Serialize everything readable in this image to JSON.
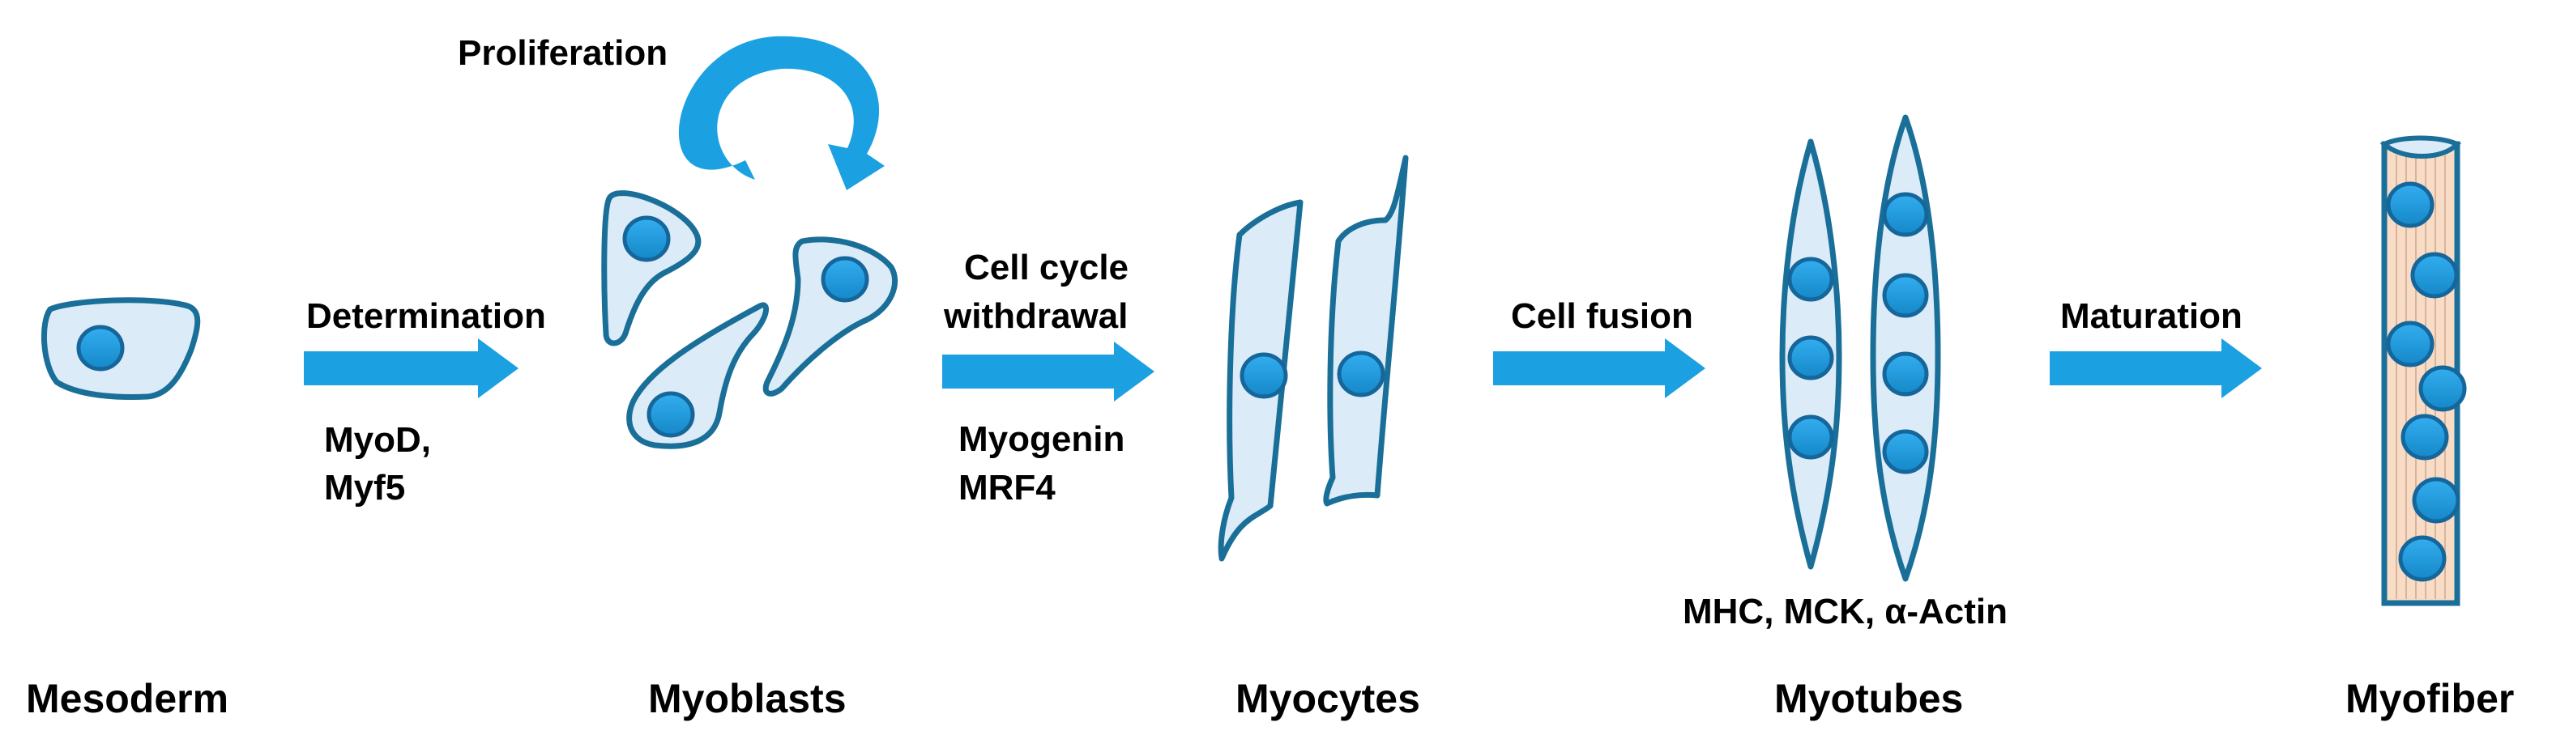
{
  "stages": {
    "mesoderm": "Mesoderm",
    "myoblasts": "Myoblasts",
    "myocytes": "Myocytes",
    "myotubes": "Myotubes",
    "myofiber": "Myofiber"
  },
  "steps": {
    "proliferation": "Proliferation",
    "determination": "Determination",
    "determination_factors": [
      "MyoD,",
      "Myf5"
    ],
    "withdrawal": [
      "Cell cycle",
      "withdrawal"
    ],
    "withdrawal_factors": [
      "Myogenin",
      "MRF4"
    ],
    "fusion": "Cell fusion",
    "fusion_markers": "MHC, MCK, α-Actin",
    "maturation": "Maturation"
  },
  "colors": {
    "arrow": "#1ba1e2",
    "cell_fill": "#dcebf8",
    "cell_stroke": "#1a6f99",
    "nucleus_fill": "#1f9bdc",
    "nucleus_stroke": "#15669a",
    "fiber_fill": "#f9dcc6"
  }
}
